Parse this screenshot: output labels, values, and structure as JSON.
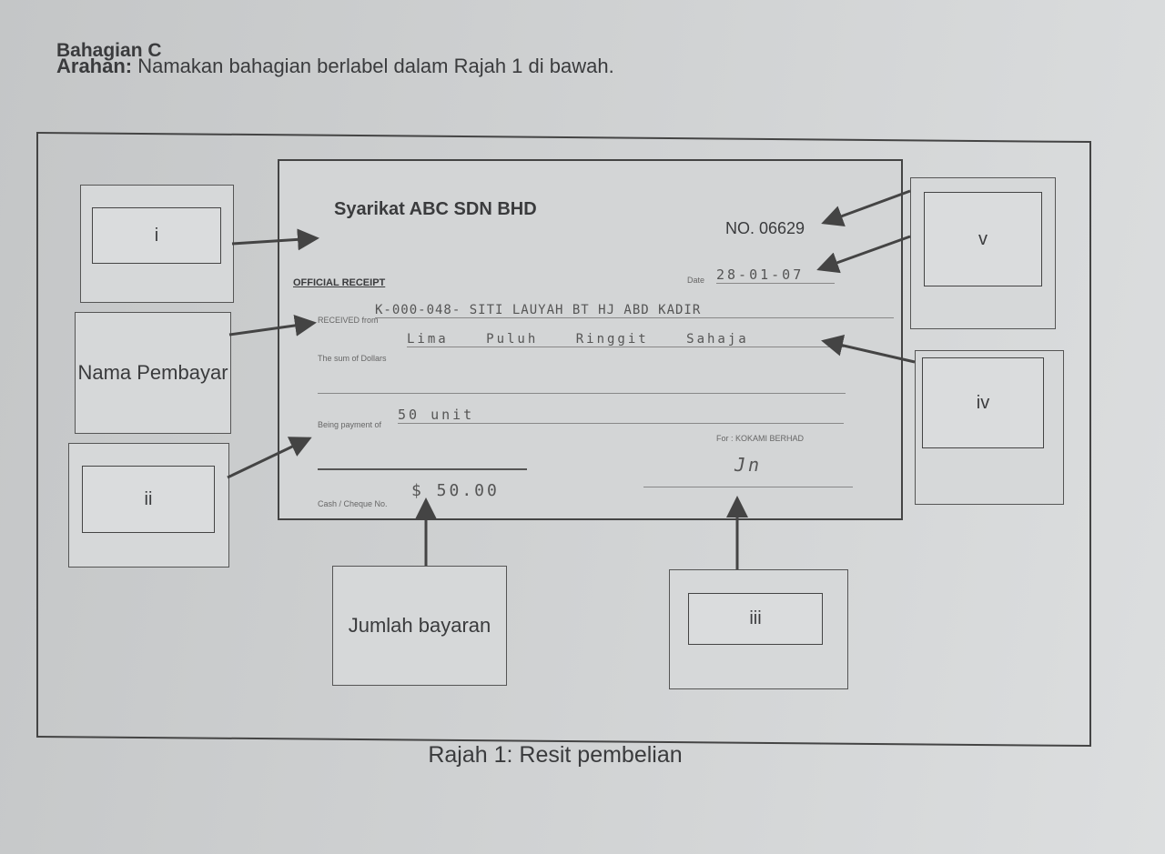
{
  "heading": "Bahagian C",
  "instruction": {
    "label": "Arahan:",
    "text": " Namakan bahagian berlabel dalam Rajah 1 di bawah."
  },
  "receipt": {
    "company": "Syarikat ABC SDN BHD",
    "number": "NO. 06629",
    "title": "OFFICIAL RECEIPT",
    "date_label": "Date",
    "date": "28-01-07",
    "received_label": "RECEIVED from",
    "received": "K-000-048- SITI LAUYAH BT HJ ABD KADIR",
    "sum_label": "The sum of Dollars",
    "sum": "Lima Puluh Ringgit Sahaja",
    "payment_label": "Being payment of",
    "payment": "50 unit",
    "for_label": "For : KOKAMI BERHAD",
    "cash_label": "Cash / Cheque No.",
    "amount": "$ 50.00",
    "signature": "Jn"
  },
  "labels": {
    "i": "i",
    "ii": "ii",
    "iii": "iii",
    "iv": "iv",
    "v": "v",
    "payer": "Nama Pembayar",
    "amount": "Jumlah bayaran"
  },
  "caption": "Rajah 1: Resit pembelian"
}
